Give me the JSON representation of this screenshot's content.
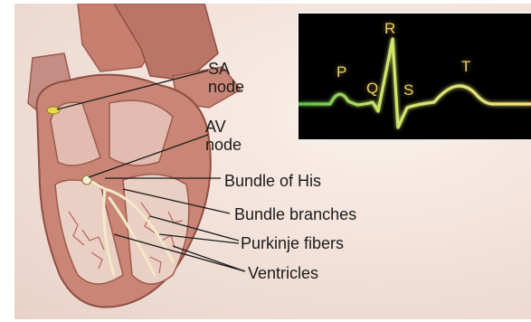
{
  "labels": {
    "sa_node": [
      "SA",
      "node"
    ],
    "av_node": [
      "AV",
      "node"
    ],
    "bundle_of_his": "Bundle of His",
    "bundle_branches": "Bundle branches",
    "purkinje_fibers": "Purkinje fibers",
    "ventricles": "Ventricles"
  },
  "ecg": {
    "waves": {
      "p": "P",
      "q": "Q",
      "r": "R",
      "s": "S",
      "t": "T"
    },
    "colors": {
      "trace_start": "#5fbf4a",
      "trace_end": "#f5e27a",
      "background": "#000000"
    }
  },
  "colors": {
    "heart_muscle": "#c98676",
    "heart_dark": "#9e5a4c",
    "chamber": "#e9c9bd",
    "conduction": "#f3e9c8",
    "sa_node": "#e8d84a"
  }
}
